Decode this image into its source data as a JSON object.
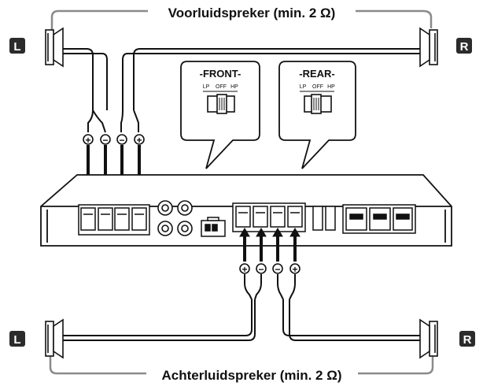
{
  "labels": {
    "front_speakers": "Voorluidspreker (min. 2 Ω)",
    "rear_speakers": "Achterluidspreker (min. 2 Ω)"
  },
  "channel_badges": {
    "left": "L",
    "right": "R"
  },
  "switch_panels": [
    {
      "title": "-FRONT-",
      "positions": [
        "LP",
        "OFF",
        "HP"
      ]
    },
    {
      "title": "-REAR-",
      "positions": [
        "LP",
        "OFF",
        "HP"
      ]
    }
  ],
  "polarity": {
    "front": [
      "+",
      "−",
      "−",
      "+"
    ],
    "rear": [
      "+",
      "−",
      "−",
      "+"
    ]
  },
  "colors": {
    "line": "#111111",
    "gray_wire": "#8a8a8a",
    "badge": "#2b2b2b",
    "panel_fill": "#ffffff"
  }
}
